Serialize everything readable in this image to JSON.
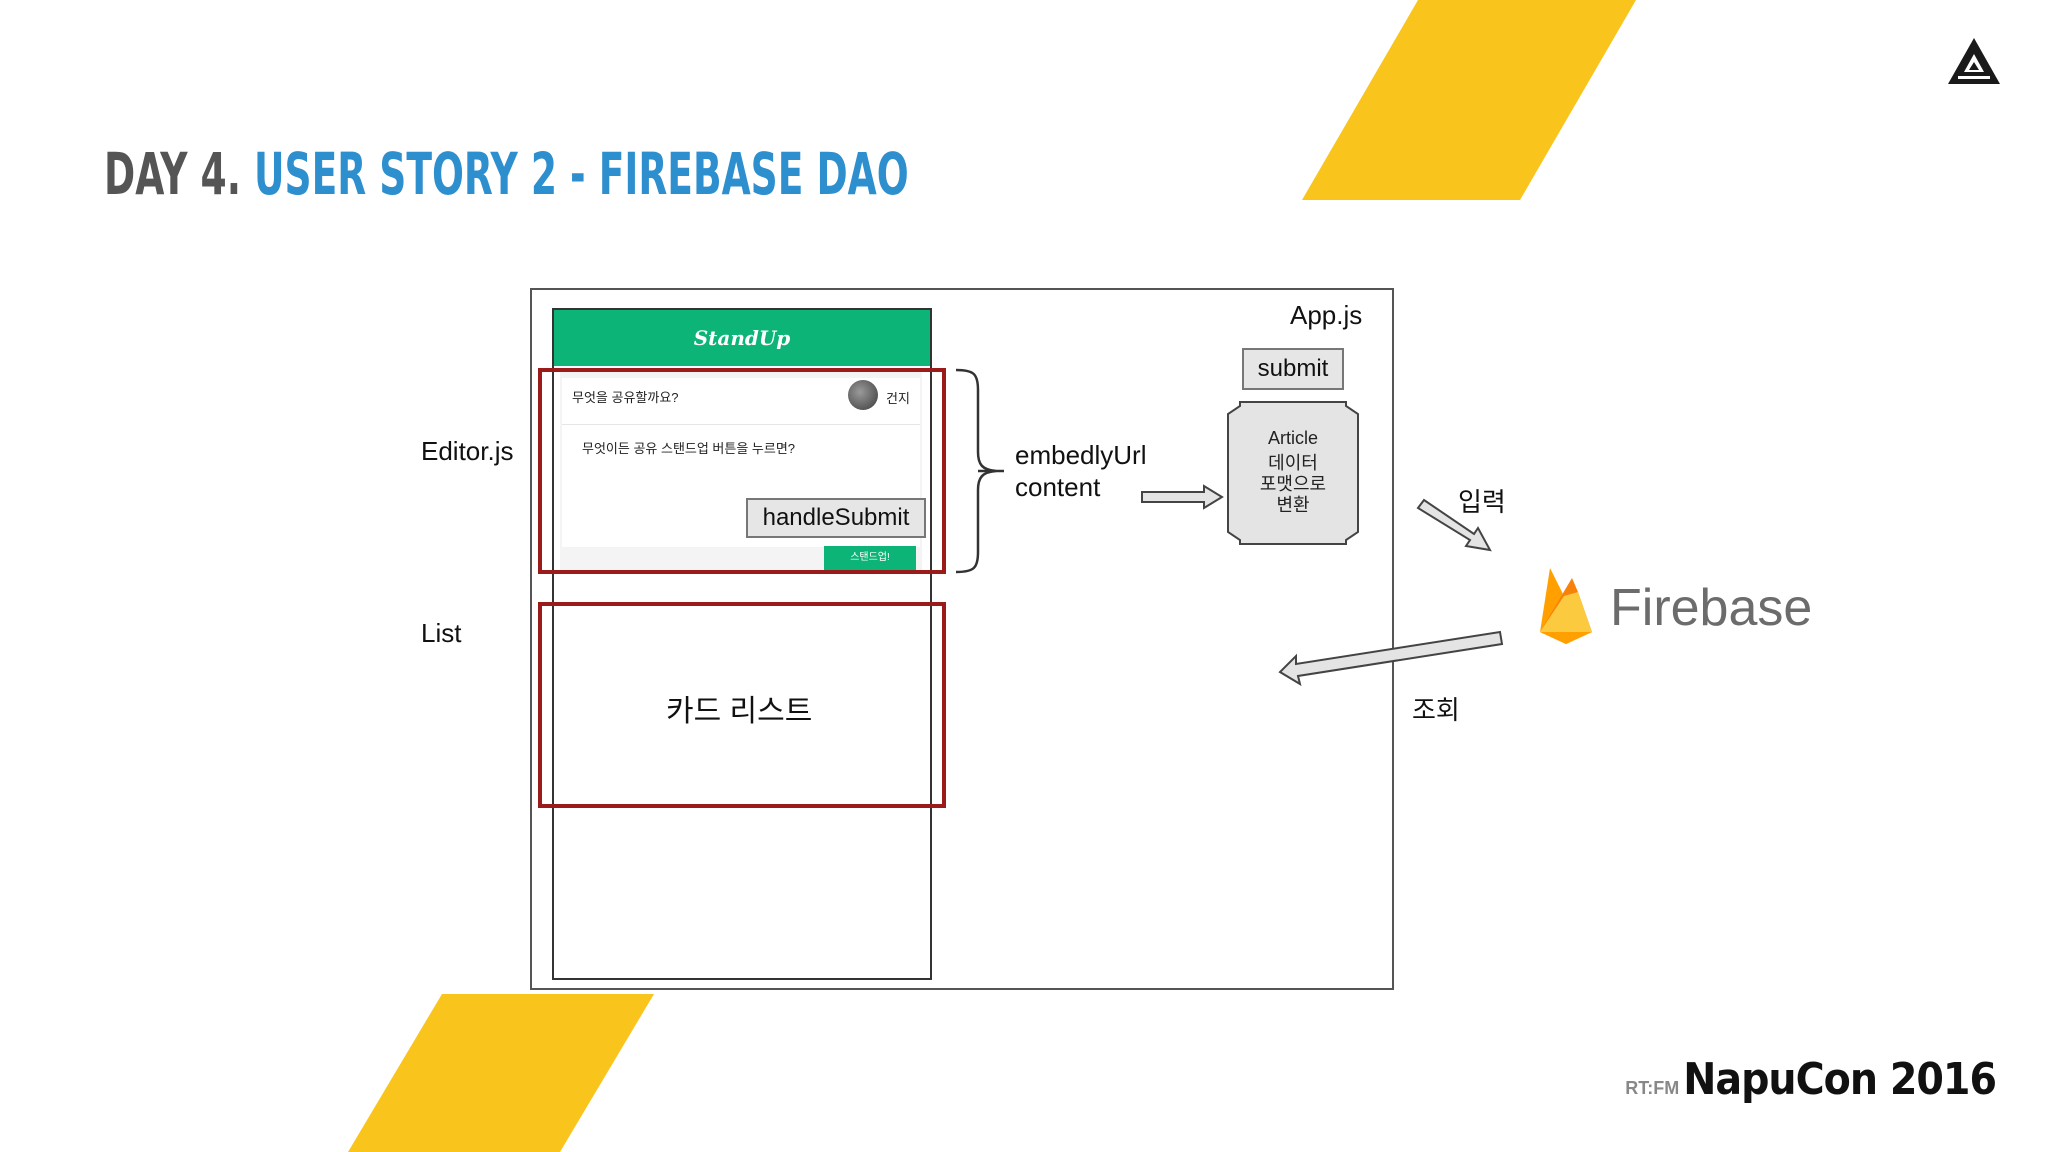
{
  "slide": {
    "title_prefix": "DAY 4.",
    "title_main": "USER STORY 2 - FIREBASE DAO",
    "colors": {
      "accent_yellow": "#f9c41c",
      "title_blue": "#2e8fce",
      "standup_green": "#0cb577",
      "highlight_red": "#9b1b1b"
    }
  },
  "diagram": {
    "app_label": "App.js",
    "editor_label": "Editor.js",
    "list_label": "List",
    "phone": {
      "header": "StandUp",
      "prompt": "무엇을 공유할까요?",
      "user_name": "건지",
      "body_text": "무엇이든 공유 스탠드업 버튼을 누르면?",
      "small_button": "스탠드업!"
    },
    "handle_submit": "handleSubmit",
    "submit": "submit",
    "embedly_line1": "embedlyUrl",
    "embedly_line2": "content",
    "article_lines": [
      "Article",
      "데이터",
      "포맷으로",
      "변환"
    ],
    "input_label": "입력",
    "query_label": "조회",
    "card_list": "카드 리스트",
    "firebase_label": "Firebase"
  },
  "footer": {
    "brand_small": "RT:FM",
    "brand_big": "NapuCon 2016"
  }
}
